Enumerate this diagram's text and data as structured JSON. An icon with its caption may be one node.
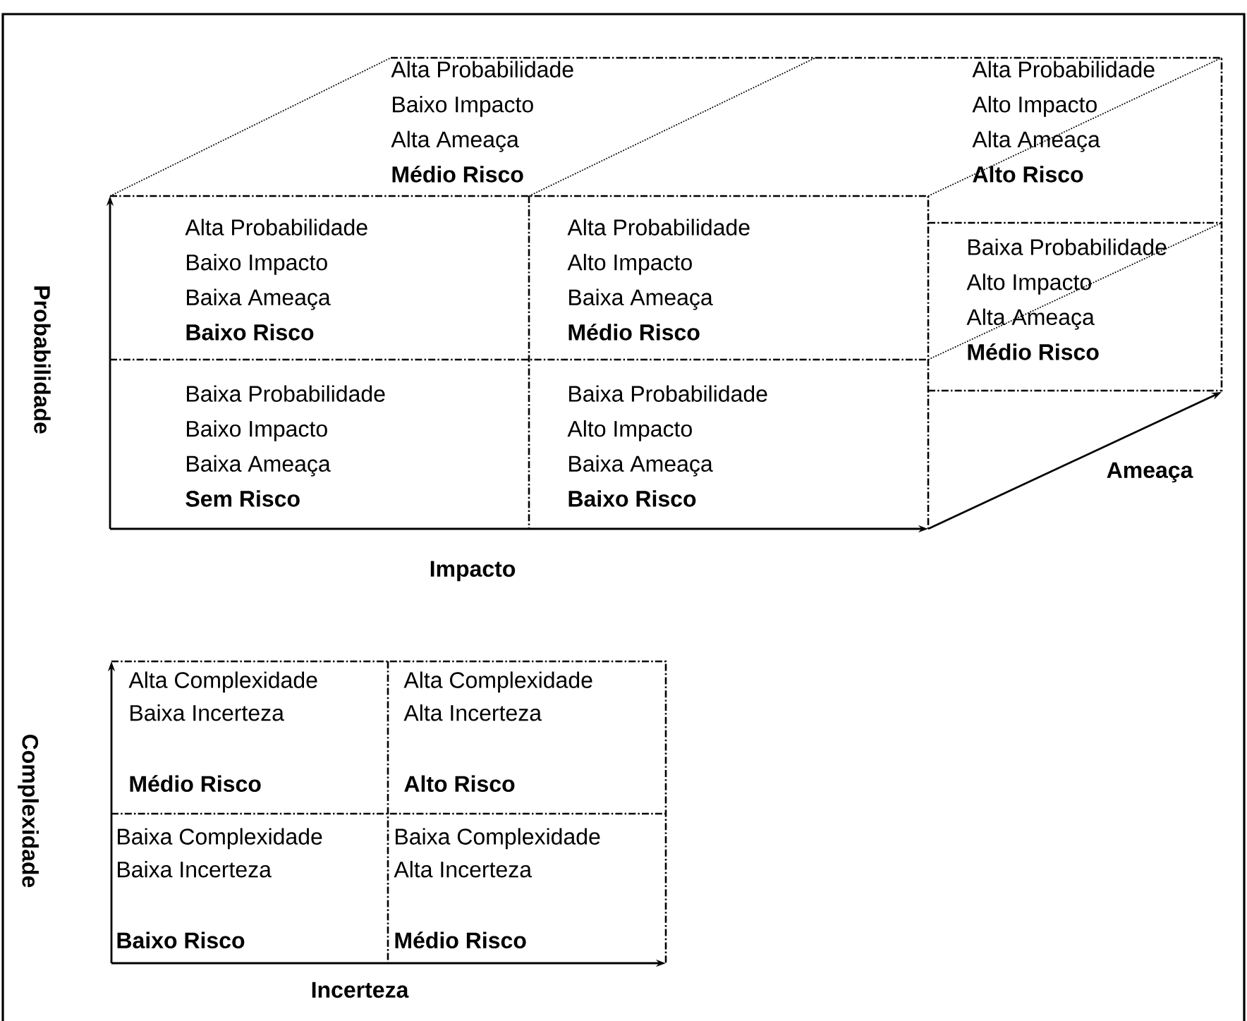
{
  "diagram": {
    "nodes": [
      {
        "text": [
          "Alta Probabilidade",
          "Baixo Impacto",
          "Alta Ameaça",
          "Médio Risco"
        ]
      },
      {
        "text": [
          "Alta Probabilidade",
          "Alto Impacto",
          "Alta Ameaça",
          "Alto Risco"
        ]
      },
      {
        "text": [
          "Alta Probabilidade",
          "Baixo Impacto",
          "Baixa Ameaça",
          "Baixo Risco"
        ]
      },
      {
        "text": [
          "Alta Probabilidade",
          "Alto Impacto",
          "Baixa Ameaça",
          "Médio Risco"
        ]
      },
      {
        "text": [
          "Baixa Probabilidade",
          "Alto Impacto",
          "Alta Ameaça",
          "Médio Risco"
        ]
      },
      {
        "text": [
          "Baixa Probabilidade",
          "Baixo Impacto",
          "Baixa Ameaça",
          "Sem Risco"
        ]
      },
      {
        "text": [
          "Baixa Probabilidade",
          "Alto Impacto",
          "Baixa Ameaça",
          "Baixo Risco"
        ]
      },
      {
        "text": [
          "Alta Complexidade",
          "Baixa Incerteza",
          "Médio Risco"
        ]
      },
      {
        "text": [
          "Alta Complexidade",
          "Alta Incerteza",
          "Alto Risco"
        ]
      },
      {
        "text": [
          "Baixa Complexidade",
          "Baixa Incerteza",
          "Baixo Risco"
        ]
      },
      {
        "text": [
          "Baixa Complexidade",
          "Alta Incerteza",
          "Médio Risco"
        ]
      }
    ],
    "labels": [
      "Probabilidade",
      "Ameaça",
      "Impacto",
      "Complexidade",
      "Incerteza"
    ]
  }
}
